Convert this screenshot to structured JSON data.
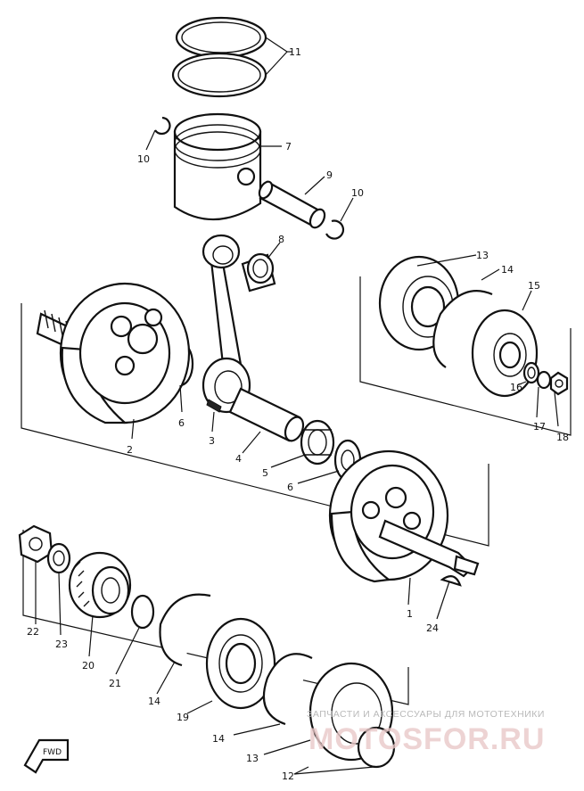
{
  "labels": {
    "l1": "1",
    "l2": "2",
    "l3": "3",
    "l4": "4",
    "l5": "5",
    "l6a": "6",
    "l6b": "6",
    "l7": "7",
    "l8": "8",
    "l9": "9",
    "l10a": "10",
    "l10b": "10",
    "l11": "11",
    "l12": "12",
    "l13a": "13",
    "l13b": "13",
    "l14a": "14",
    "l14b": "14",
    "l14c": "14",
    "l15": "15",
    "l16": "16",
    "l17": "17",
    "l18": "18",
    "l19": "19",
    "l20": "20",
    "l21": "21",
    "l22": "22",
    "l23": "23",
    "l24": "24"
  },
  "forward_marker": "FWD",
  "watermark": {
    "tagline": "ЗАПЧАСТИ И АКСЕССУАРЫ ДЛЯ МОТОТЕХНИКИ",
    "brand": "MOTOSFOR.RU"
  }
}
